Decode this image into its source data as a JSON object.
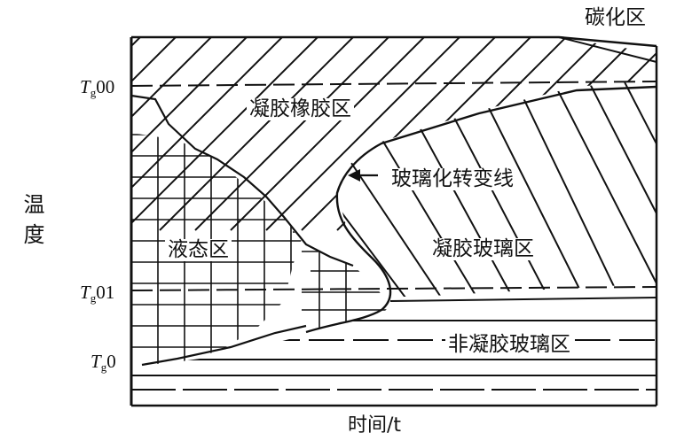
{
  "regions": {
    "carbonization": "碳化区",
    "gel_rubber": "凝胶橡胶区",
    "transition_line": "玻璃化转变线",
    "liquid": "液态区",
    "gel_glass": "凝胶玻璃区",
    "non_gel_glass": "非凝胶玻璃区"
  },
  "y_ticks": {
    "tg00": {
      "symbol": "T",
      "sub": "g",
      "suffix": "00"
    },
    "tg01": {
      "symbol": "T",
      "sub": "g",
      "suffix": "01"
    },
    "tg0": {
      "symbol": "T",
      "sub": "g",
      "suffix": "0"
    }
  },
  "axes": {
    "y_label": "温度",
    "x_label": "时间/t"
  },
  "colors": {
    "ink": "#111111",
    "background": "#ffffff"
  }
}
